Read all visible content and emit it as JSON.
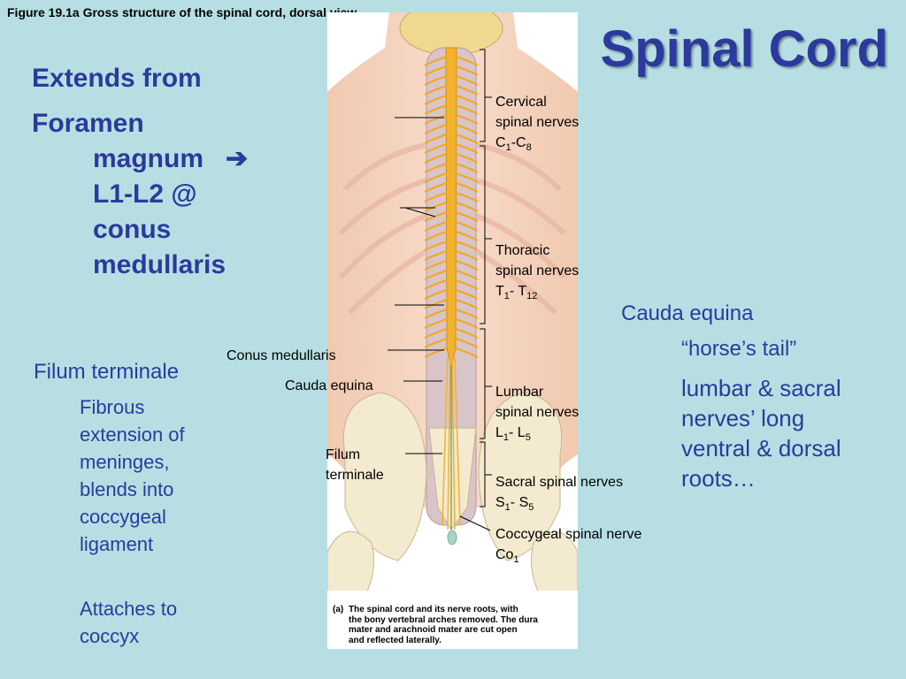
{
  "figure_caption": "Figure 19.1a  Gross structure of the spinal cord, dorsal view.",
  "title": "Spinal Cord",
  "left_text": {
    "extends": "Extends from",
    "foramen": "Foramen",
    "magnum": "magnum",
    "arrow": "➔",
    "level": "L1-L2 @",
    "conus": "conus",
    "medullaris": "medullaris",
    "filum_heading": "Filum terminale",
    "filum_desc": [
      "Fibrous",
      "extension of",
      "meninges,",
      "blends into",
      "coccygeal",
      "ligament"
    ],
    "attaches": [
      "Attaches to",
      "coccyx"
    ]
  },
  "right_text": {
    "cauda": "Cauda equina",
    "horse": "“horse’s tail”",
    "lumbar_lines": [
      "lumbar & sacral",
      "nerves’ long",
      "ventral & dorsal",
      "roots…"
    ]
  },
  "labels": {
    "cervical": [
      "Cervical",
      "spinal nerves",
      "C",
      "1",
      "-C",
      "8"
    ],
    "thoracic": [
      "Thoracic",
      "spinal nerves",
      "T",
      "1",
      "- T",
      "12"
    ],
    "lumbar": [
      "Lumbar",
      "spinal nerves",
      "L",
      "1",
      "- L",
      "5"
    ],
    "sacral": [
      "Sacral spinal nerves",
      "S",
      "1",
      "- S",
      "5"
    ],
    "coccygeal": [
      "Coccygeal spinal nerve",
      "Co",
      "1"
    ],
    "conus": "Conus medullaris",
    "cauda": "Cauda equina",
    "filum": [
      "Filum",
      "terminale"
    ]
  },
  "figure_note": {
    "letter": "(a)",
    "lines": [
      "The spinal cord and its nerve roots, with",
      "the bony vertebral arches removed. The dura",
      "mater and arachnoid mater are cut open",
      "and reflected laterally."
    ]
  }
}
